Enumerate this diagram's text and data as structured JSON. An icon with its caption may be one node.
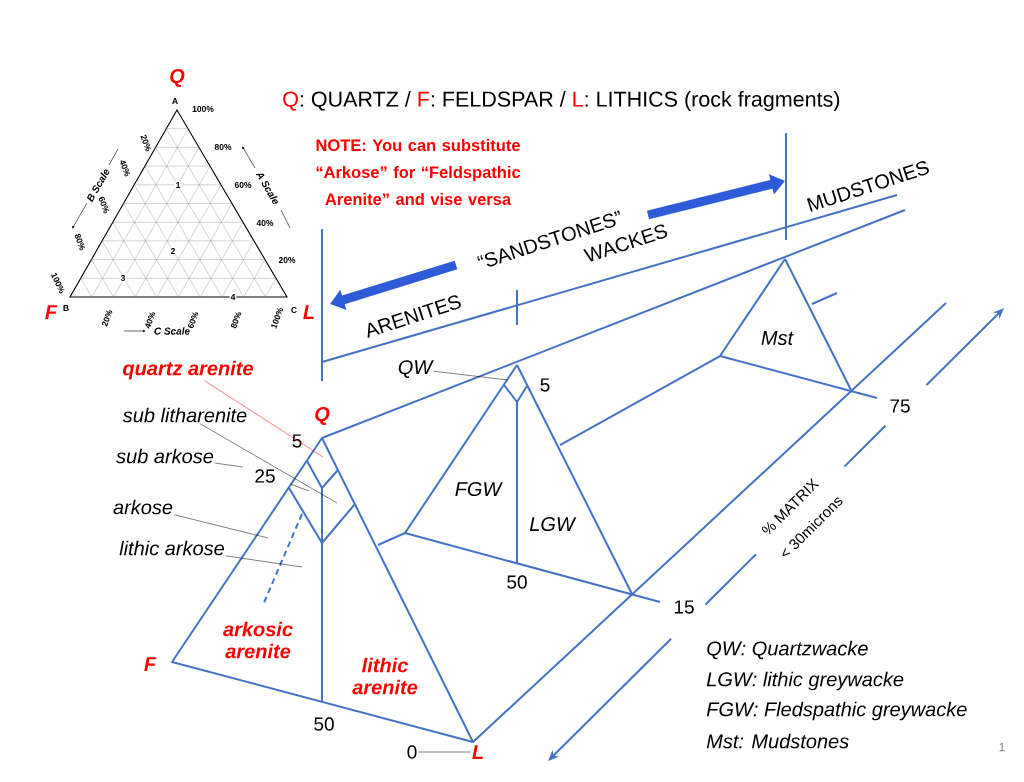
{
  "diagram": {
    "title": "**Q**: QUARTZ / **F**: FELDSPAR / **L**: LITHICS (rock fragments)",
    "nodes": [
      {
        "text": [
          "quartz arenite"
        ]
      },
      {
        "text": [
          "sub litharenite"
        ]
      },
      {
        "text": [
          "sub arkose"
        ]
      },
      {
        "text": [
          "arkose"
        ]
      },
      {
        "text": [
          "lithic arkose"
        ]
      },
      {
        "text": [
          "QW"
        ]
      },
      {
        "text": [
          "0"
        ]
      },
      {
        "text": [
          "L"
        ]
      }
    ],
    "edges": [
      {
        "from": 0,
        "to": null,
        "arrow": "none",
        "color": "#ff0000"
      },
      {
        "from": 1,
        "to": null,
        "arrow": "none"
      },
      {
        "from": 2,
        "to": null,
        "arrow": "none"
      },
      {
        "from": 3,
        "to": null,
        "arrow": "none"
      },
      {
        "from": 4,
        "to": null,
        "arrow": "none"
      },
      {
        "from": 5,
        "to": null,
        "arrow": "none"
      },
      {
        "from": 6,
        "to": 7,
        "arrow": "none"
      }
    ],
    "labels": [
      "Q",
      "A",
      "100%",
      "20%",
      "80%",
      "B Scale",
      "A Scale",
      "40%",
      "1",
      "60%",
      "60%",
      "40%",
      "80%",
      "2",
      "20%",
      "100%",
      "3",
      "4",
      "F",
      "B",
      "20%",
      "40%",
      "60%",
      "80%",
      "100%",
      "C",
      "L",
      "C Scale",
      "NOTE: You can substitute “Arkose” for “Feldspathic Arenite” and vise versa",
      "MUDSTONES",
      "“SANDSTONES”",
      "WACKES",
      "ARENITES",
      "Mst",
      "5",
      "75",
      "Q",
      "5",
      "25",
      "FGW",
      "LGW",
      "50",
      "15",
      "% MATRIX",
      "< 30microns",
      "arkosic arenite",
      "lithic arenite",
      "F",
      "50",
      "QW: Quartzwacke",
      "LGW: lithic greywacke",
      "FGW: Fledspathic greywacke",
      "Mst: Mudstones",
      "1"
    ]
  }
}
